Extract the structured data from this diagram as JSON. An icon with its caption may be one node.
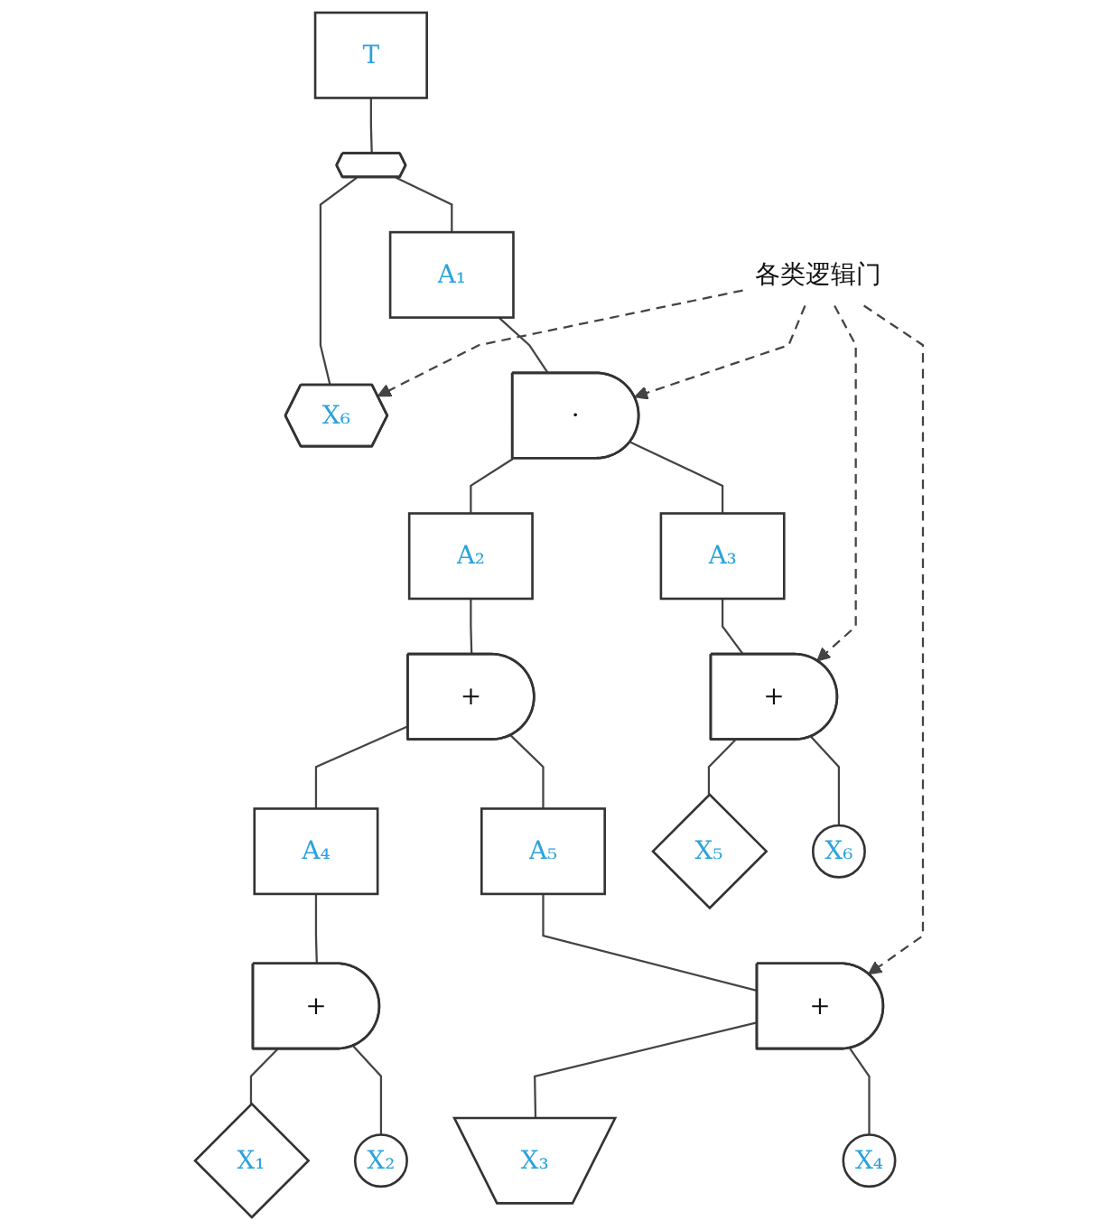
{
  "diagram": {
    "nodes": [
      {
        "text": [
          "T"
        ]
      },
      {
        "text": [],
        "shape": "hexagon"
      },
      {
        "text": [
          "X₆"
        ]
      },
      {
        "text": [
          "A₁"
        ]
      },
      {
        "text": [
          "·"
        ]
      },
      {
        "text": [
          "A₂"
        ]
      },
      {
        "text": [
          "A₃"
        ]
      },
      {
        "text": [
          "+"
        ]
      },
      {
        "text": [
          "+"
        ]
      },
      {
        "text": [
          "A₄"
        ]
      },
      {
        "text": [
          "A₅"
        ]
      },
      {
        "text": [
          "X₅"
        ]
      },
      {
        "text": [
          "X₆"
        ]
      },
      {
        "text": [
          "+"
        ]
      },
      {
        "text": [
          "+"
        ]
      },
      {
        "text": [
          "X₁"
        ]
      },
      {
        "text": [
          "X₂"
        ]
      },
      {
        "text": [
          "X₃"
        ]
      },
      {
        "text": [
          "X₄"
        ]
      },
      {
        "text": [
          "各类逻辑门"
        ]
      }
    ],
    "edges": [
      {
        "from": 0,
        "to": 1,
        "arrow": "none"
      },
      {
        "from": 1,
        "to": 2,
        "arrow": "none"
      },
      {
        "from": 1,
        "to": 3,
        "arrow": "none"
      },
      {
        "from": 3,
        "to": 4,
        "arrow": "none"
      },
      {
        "from": 4,
        "to": 5,
        "arrow": "none"
      },
      {
        "from": 4,
        "to": 6,
        "arrow": "none"
      },
      {
        "from": 5,
        "to": 7,
        "arrow": "none"
      },
      {
        "from": 6,
        "to": 8,
        "arrow": "none"
      },
      {
        "from": 7,
        "to": 9,
        "arrow": "none"
      },
      {
        "from": 7,
        "to": 10,
        "arrow": "none"
      },
      {
        "from": 8,
        "to": 11,
        "arrow": "none"
      },
      {
        "from": 8,
        "to": 12,
        "arrow": "none"
      },
      {
        "from": 9,
        "to": 13,
        "arrow": "none"
      },
      {
        "from": 10,
        "to": 14,
        "arrow": "none"
      },
      {
        "from": 13,
        "to": 15,
        "arrow": "none"
      },
      {
        "from": 13,
        "to": 16,
        "arrow": "none"
      },
      {
        "from": 14,
        "to": 17,
        "arrow": "none"
      },
      {
        "from": 14,
        "to": 18,
        "arrow": "none"
      },
      {
        "from": 19,
        "to": 2,
        "arrow": "to",
        "style": "dashed"
      },
      {
        "from": 19,
        "to": 4,
        "arrow": "to",
        "style": "dashed"
      },
      {
        "from": 19,
        "to": 8,
        "arrow": "to",
        "style": "dashed"
      },
      {
        "from": 19,
        "to": 14,
        "arrow": "to",
        "style": "dashed"
      }
    ]
  }
}
